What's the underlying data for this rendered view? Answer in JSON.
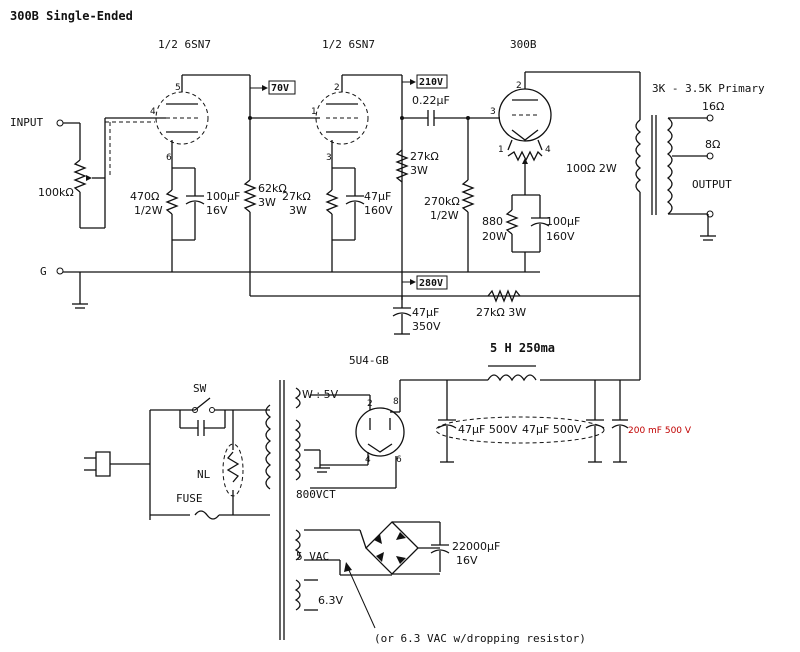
{
  "title": "300B Single-Ended",
  "tubes": {
    "v1": "1/2 6SN7",
    "v2": "1/2 6SN7",
    "v3": "300B",
    "rect": "5U4-GB"
  },
  "voltages": {
    "v1_plate": "70V",
    "v2_plate": "210V",
    "b_plus": "280V"
  },
  "input_label": "INPUT",
  "ground_label": "G",
  "output_label": "OUTPUT",
  "primary_label": "3K - 3.5K Primary",
  "taps": {
    "t16": "16Ω",
    "t8": "8Ω"
  },
  "components": {
    "pot": "100kΩ",
    "r_cath1": "470Ω",
    "r_cath1_w": "1/2W",
    "c_cath1": "100μF",
    "c_cath1_v": "16V",
    "r_load1": "62kΩ",
    "r_load1_w": "3W",
    "r_cath2": "27kΩ",
    "r_cath2_w": "3W",
    "c_cath2": "47μF",
    "c_cath2_v": "160V",
    "r_load2": "27kΩ",
    "r_load2_w": "3W",
    "c_coup": "0.22μF",
    "r_grid": "270kΩ",
    "r_grid_w": "1/2W",
    "hum_pot": "100Ω 2W",
    "r_bias": "880",
    "r_bias_w": "20W",
    "c_bias": "100μF",
    "c_bias_v": "160V",
    "c_dec": "47μF",
    "c_dec_v": "350V",
    "r_dec": "27kΩ 3W",
    "choke": "5 H 250ma",
    "c_f1": "47μF 500V",
    "c_f2": "47μF 500V",
    "c_f3": "200 mF 500 V",
    "sw": "SW",
    "nl": "NL",
    "fuse": "FUSE",
    "w5": "W : 5V",
    "hv": "800VCT",
    "vac5": "5 VAC",
    "c_dc": "22000μF",
    "c_dc_v": "16V",
    "vac63": "6.3V",
    "note": "(or 6.3 VAC w/dropping resistor)"
  },
  "pins": {
    "p5": "5",
    "p4": "4",
    "p6": "6",
    "p2": "2",
    "p1": "1",
    "p3": "3",
    "p2b": "2",
    "p1b": "1",
    "p3b": "3",
    "p4b": "4",
    "r2": "2",
    "r8": "8",
    "r4": "4",
    "r6": "6"
  },
  "colors": {
    "ink": "#111111",
    "annotation": "#c00000"
  }
}
